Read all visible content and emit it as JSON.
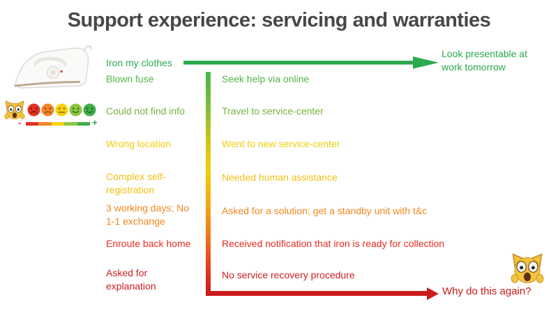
{
  "title": "Support experience: servicing and warranties",
  "colors": {
    "title": "#474747",
    "green_arrow": "#2aa94d",
    "red_arrow": "#cb1a1b",
    "journey_gradient": [
      "#45b649",
      "#8abc35",
      "#d6c414",
      "#f2cd0b",
      "#f5a313",
      "#f07c1b",
      "#e84323",
      "#cb1a1b"
    ],
    "scale": [
      "#e43323",
      "#f0862a",
      "#f7d20c",
      "#8cc63f",
      "#3fae49"
    ]
  },
  "goal_row": {
    "start": "Iron my clothes",
    "end": "Look presentable at work tomorrow"
  },
  "outcome_row": {
    "end": "Why do this again?"
  },
  "scale": {
    "minus": "-",
    "plus": "+",
    "cat_icon": "scream-cat",
    "faces": [
      "angry-red",
      "sad-orange",
      "neutral-yellow",
      "happy-lightgreen",
      "happy-green"
    ]
  },
  "icons": {
    "iron": "white-clothes-iron",
    "scream_cat": "scream-cat"
  },
  "rows": [
    {
      "pain": "Blown fuse",
      "action": "Seek help via online",
      "color": "#53b44a"
    },
    {
      "pain": "Could not find info",
      "action": "Travel to service-center",
      "color": "#74b53f"
    },
    {
      "pain": "Wrong location",
      "action": "Went to new service-center",
      "color": "#f0cd0a"
    },
    {
      "pain": "Complex self-registration",
      "action": "Needed human assistance",
      "color": "#f2c013"
    },
    {
      "pain": "3 working days; No 1-1 exchange",
      "action": "Asked for a solution; get a standby unit with t&c",
      "color": "#f2871d"
    },
    {
      "pain": "Enroute back home",
      "action": "Received notification that iron is ready for collection",
      "color": "#ea2b22"
    },
    {
      "pain": "Asked for explanation",
      "action": "No service recovery procedure",
      "color": "#cd2026"
    }
  ]
}
